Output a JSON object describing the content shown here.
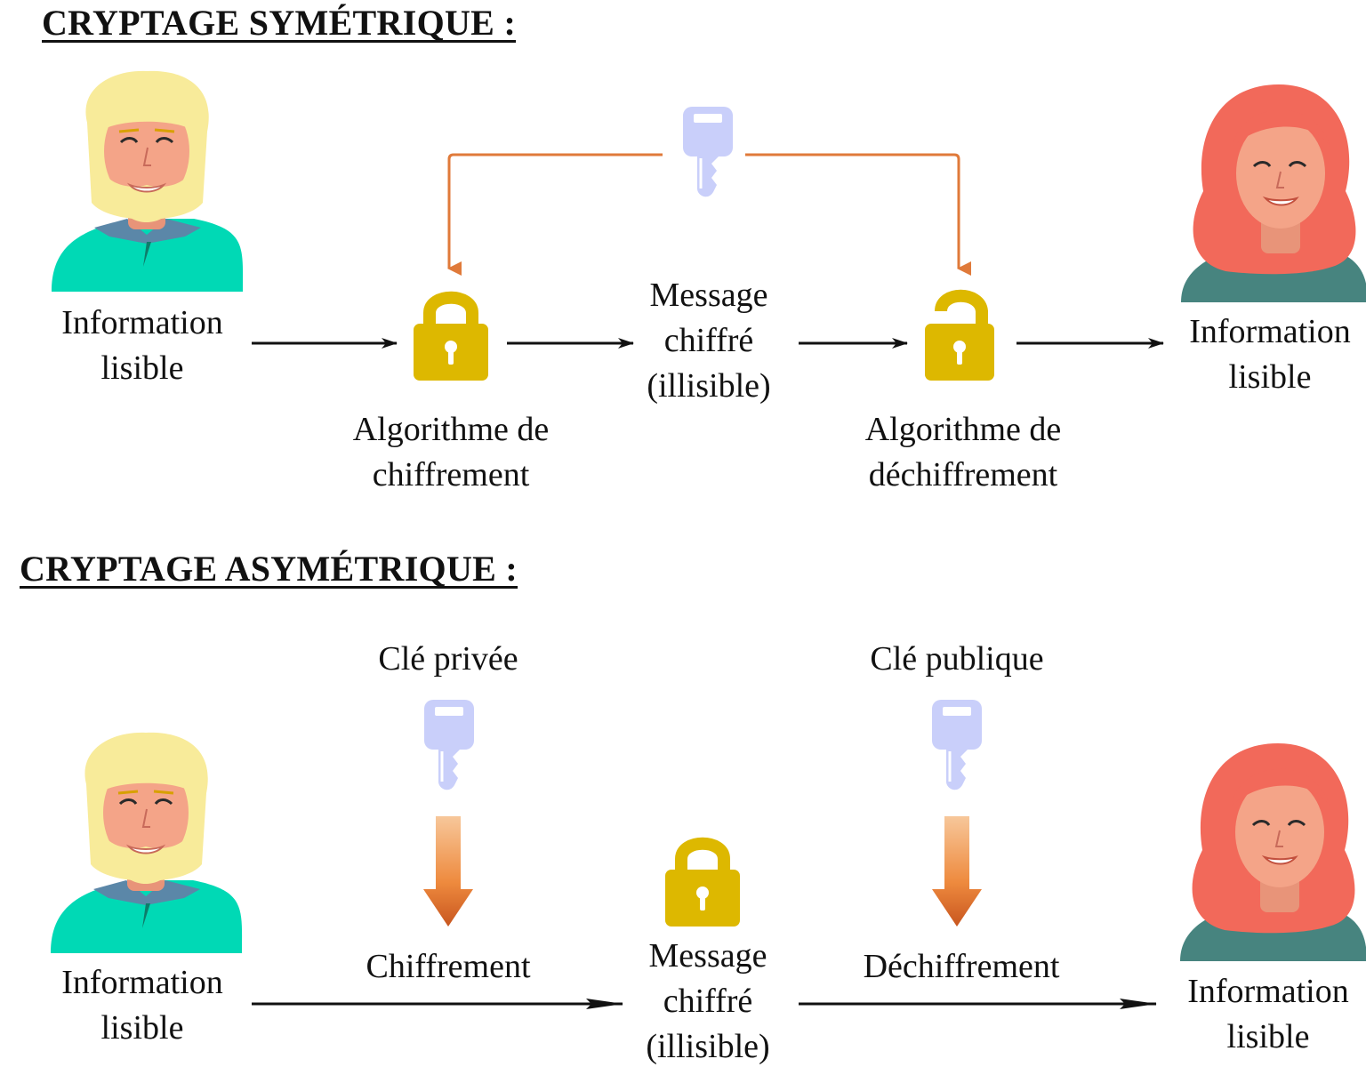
{
  "symmetric": {
    "heading": "CRYPTAGE SYMÉTRIQUE :",
    "sender_label": [
      "Information",
      "lisible"
    ],
    "encrypt_label": [
      "Algorithme de",
      "chiffrement"
    ],
    "message_label": [
      "Message",
      "chiffré",
      "(illisible)"
    ],
    "decrypt_label": [
      "Algorithme de",
      "déchiffrement"
    ],
    "receiver_label": [
      "Information",
      "lisible"
    ]
  },
  "asymmetric": {
    "heading": "CRYPTAGE ASYMÉTRIQUE :",
    "sender_label": [
      "Information",
      "lisible"
    ],
    "private_key_label": "Clé privée",
    "public_key_label": "Clé publique",
    "encrypt_label": "Chiffrement",
    "message_label": [
      "Message",
      "chiffré",
      "(illisible)"
    ],
    "decrypt_label": "Déchiffrement",
    "receiver_label": [
      "Information",
      "lisible"
    ]
  },
  "colors": {
    "lock": "#DDB800",
    "key": "#C9CFFA",
    "key_line": "#E07A3A",
    "arrow": "#111111",
    "shirt_man": "#00D9B5",
    "shirt_woman": "#47847F",
    "hair_man": "#F8EB9A",
    "hair_woman": "#F2695A",
    "skin": "#F4A488"
  }
}
